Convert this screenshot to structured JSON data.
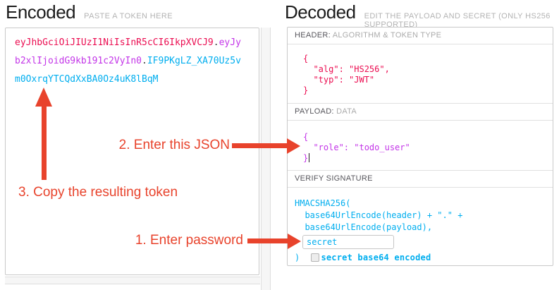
{
  "encoded_panel": {
    "title": "Encoded",
    "subtitle": "PASTE A TOKEN HERE",
    "token": {
      "header_segment": "eyJhbGciOiJIUzI1NiIsInR5cCI6IkpXVCJ9",
      "separator": ".",
      "payload_segment": "eyJyb2xlIjoidG9kb191c2VyIn0",
      "signature_segment": "IF9PKgLZ_XA70Uz5vm0OxrqYTCQdXxBA0Oz4uK8lBqM"
    }
  },
  "decoded_panel": {
    "title": "Decoded",
    "subtitle": "EDIT THE PAYLOAD AND SECRET (ONLY HS256 SUPPORTED)",
    "header_section": {
      "label_strong": "HEADER:",
      "label_rest": " ALGORITHM & TOKEN TYPE",
      "json": "{\n  \"alg\": \"HS256\",\n  \"typ\": \"JWT\"\n}"
    },
    "payload_section": {
      "label_strong": "PAYLOAD:",
      "label_rest": " DATA",
      "json_open": "{",
      "json_line": "  \"role\": \"todo_user\"",
      "json_close": "}"
    },
    "signature_section": {
      "label": "VERIFY SIGNATURE",
      "code_line1": "HMACSHA256(",
      "code_line2": "  base64UrlEncode(header) + \".\" +",
      "code_line3": "  base64UrlEncode(payload),",
      "secret_value": "secret",
      "code_close": ") ",
      "checkbox_label": "secret base64 encoded"
    }
  },
  "annotations": {
    "step1": "1. Enter password",
    "step2": "2. Enter this JSON",
    "step3": "3. Copy the resulting token"
  },
  "colors": {
    "token_header": "#eb0d51",
    "token_payload": "#c335e8",
    "token_signature": "#00aeef",
    "annotation_red": "#e8432c",
    "label_dark": "#57565c",
    "label_light": "#ababab",
    "border": "#c9c9c9"
  }
}
